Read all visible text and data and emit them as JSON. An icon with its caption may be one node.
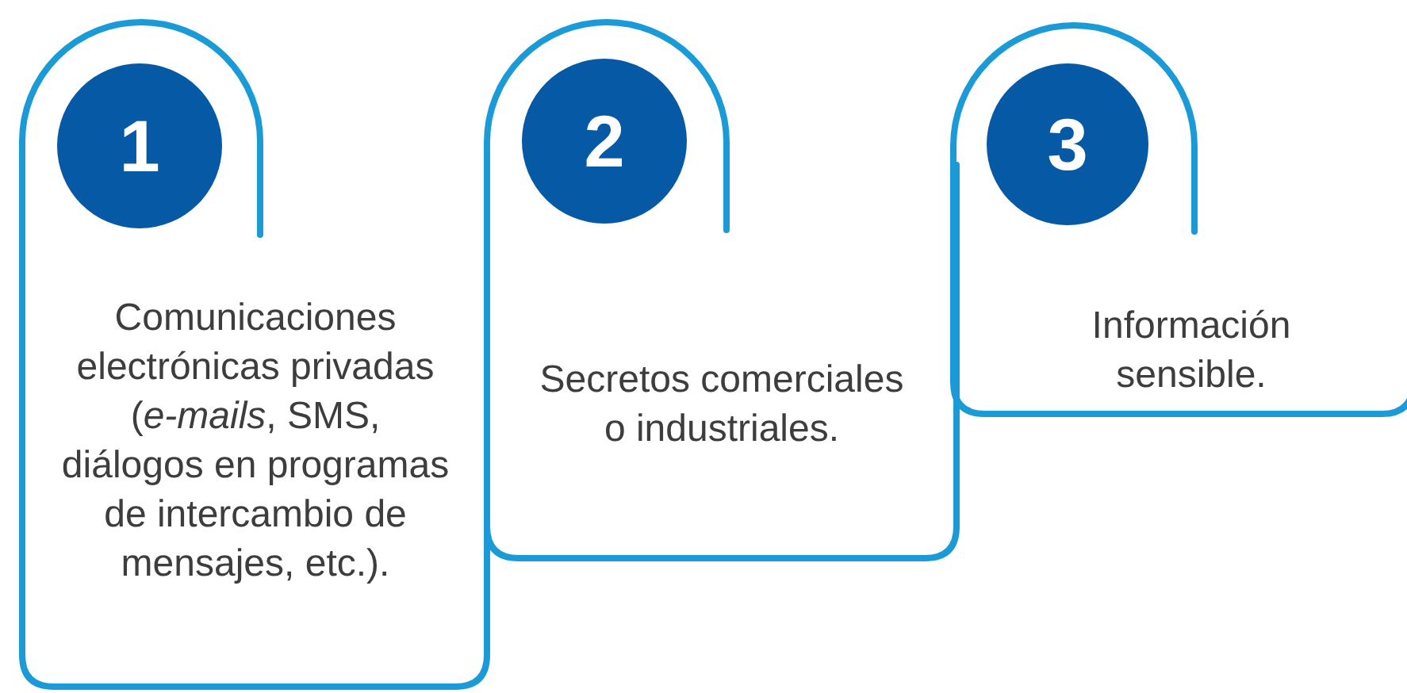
{
  "diagram": {
    "nodes": [
      {
        "text": [
          "Comunicaciones electrónicas privadas (*e-mails*, SMS, diálogos en programas de intercambio de mensajes, etc.)."
        ]
      },
      {
        "text": [
          "1"
        ],
        "in": 0
      },
      {
        "text": [
          "Secretos comerciales o industriales."
        ]
      },
      {
        "text": [
          "2"
        ],
        "in": 2
      },
      {
        "text": [
          "Información sensible."
        ]
      },
      {
        "text": [
          "3"
        ],
        "in": 4
      }
    ]
  }
}
